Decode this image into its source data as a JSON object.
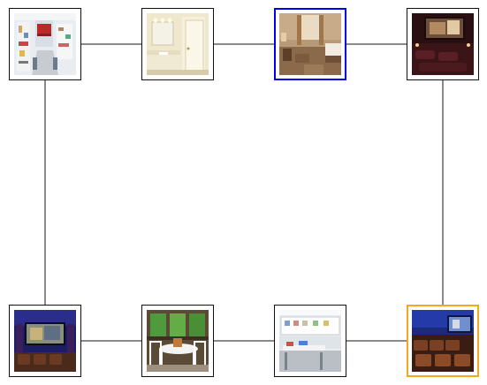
{
  "selection_color": "#0000ee",
  "target_color": "#f5a623",
  "connector_color": "#8a8a8a",
  "nodes": [
    {
      "id": "n1",
      "image": "kitchen-image",
      "state": "normal"
    },
    {
      "id": "n2",
      "image": "bathroom-image",
      "state": "normal"
    },
    {
      "id": "n3",
      "image": "hotel-room-image",
      "state": "selected"
    },
    {
      "id": "n4",
      "image": "home-theater-red-image",
      "state": "normal"
    },
    {
      "id": "n5",
      "image": "home-theater-blue-image",
      "state": "normal"
    },
    {
      "id": "n6",
      "image": "sunroom-dining-image",
      "state": "normal"
    },
    {
      "id": "n7",
      "image": "craft-room-image",
      "state": "normal"
    },
    {
      "id": "n8",
      "image": "home-theater-seating-image",
      "state": "target"
    }
  ],
  "edges": [
    [
      "n1",
      "n2"
    ],
    [
      "n2",
      "n3"
    ],
    [
      "n3",
      "n4"
    ],
    [
      "n1",
      "n5"
    ],
    [
      "n4",
      "n8"
    ],
    [
      "n5",
      "n6"
    ],
    [
      "n6",
      "n7"
    ],
    [
      "n7",
      "n8"
    ]
  ]
}
